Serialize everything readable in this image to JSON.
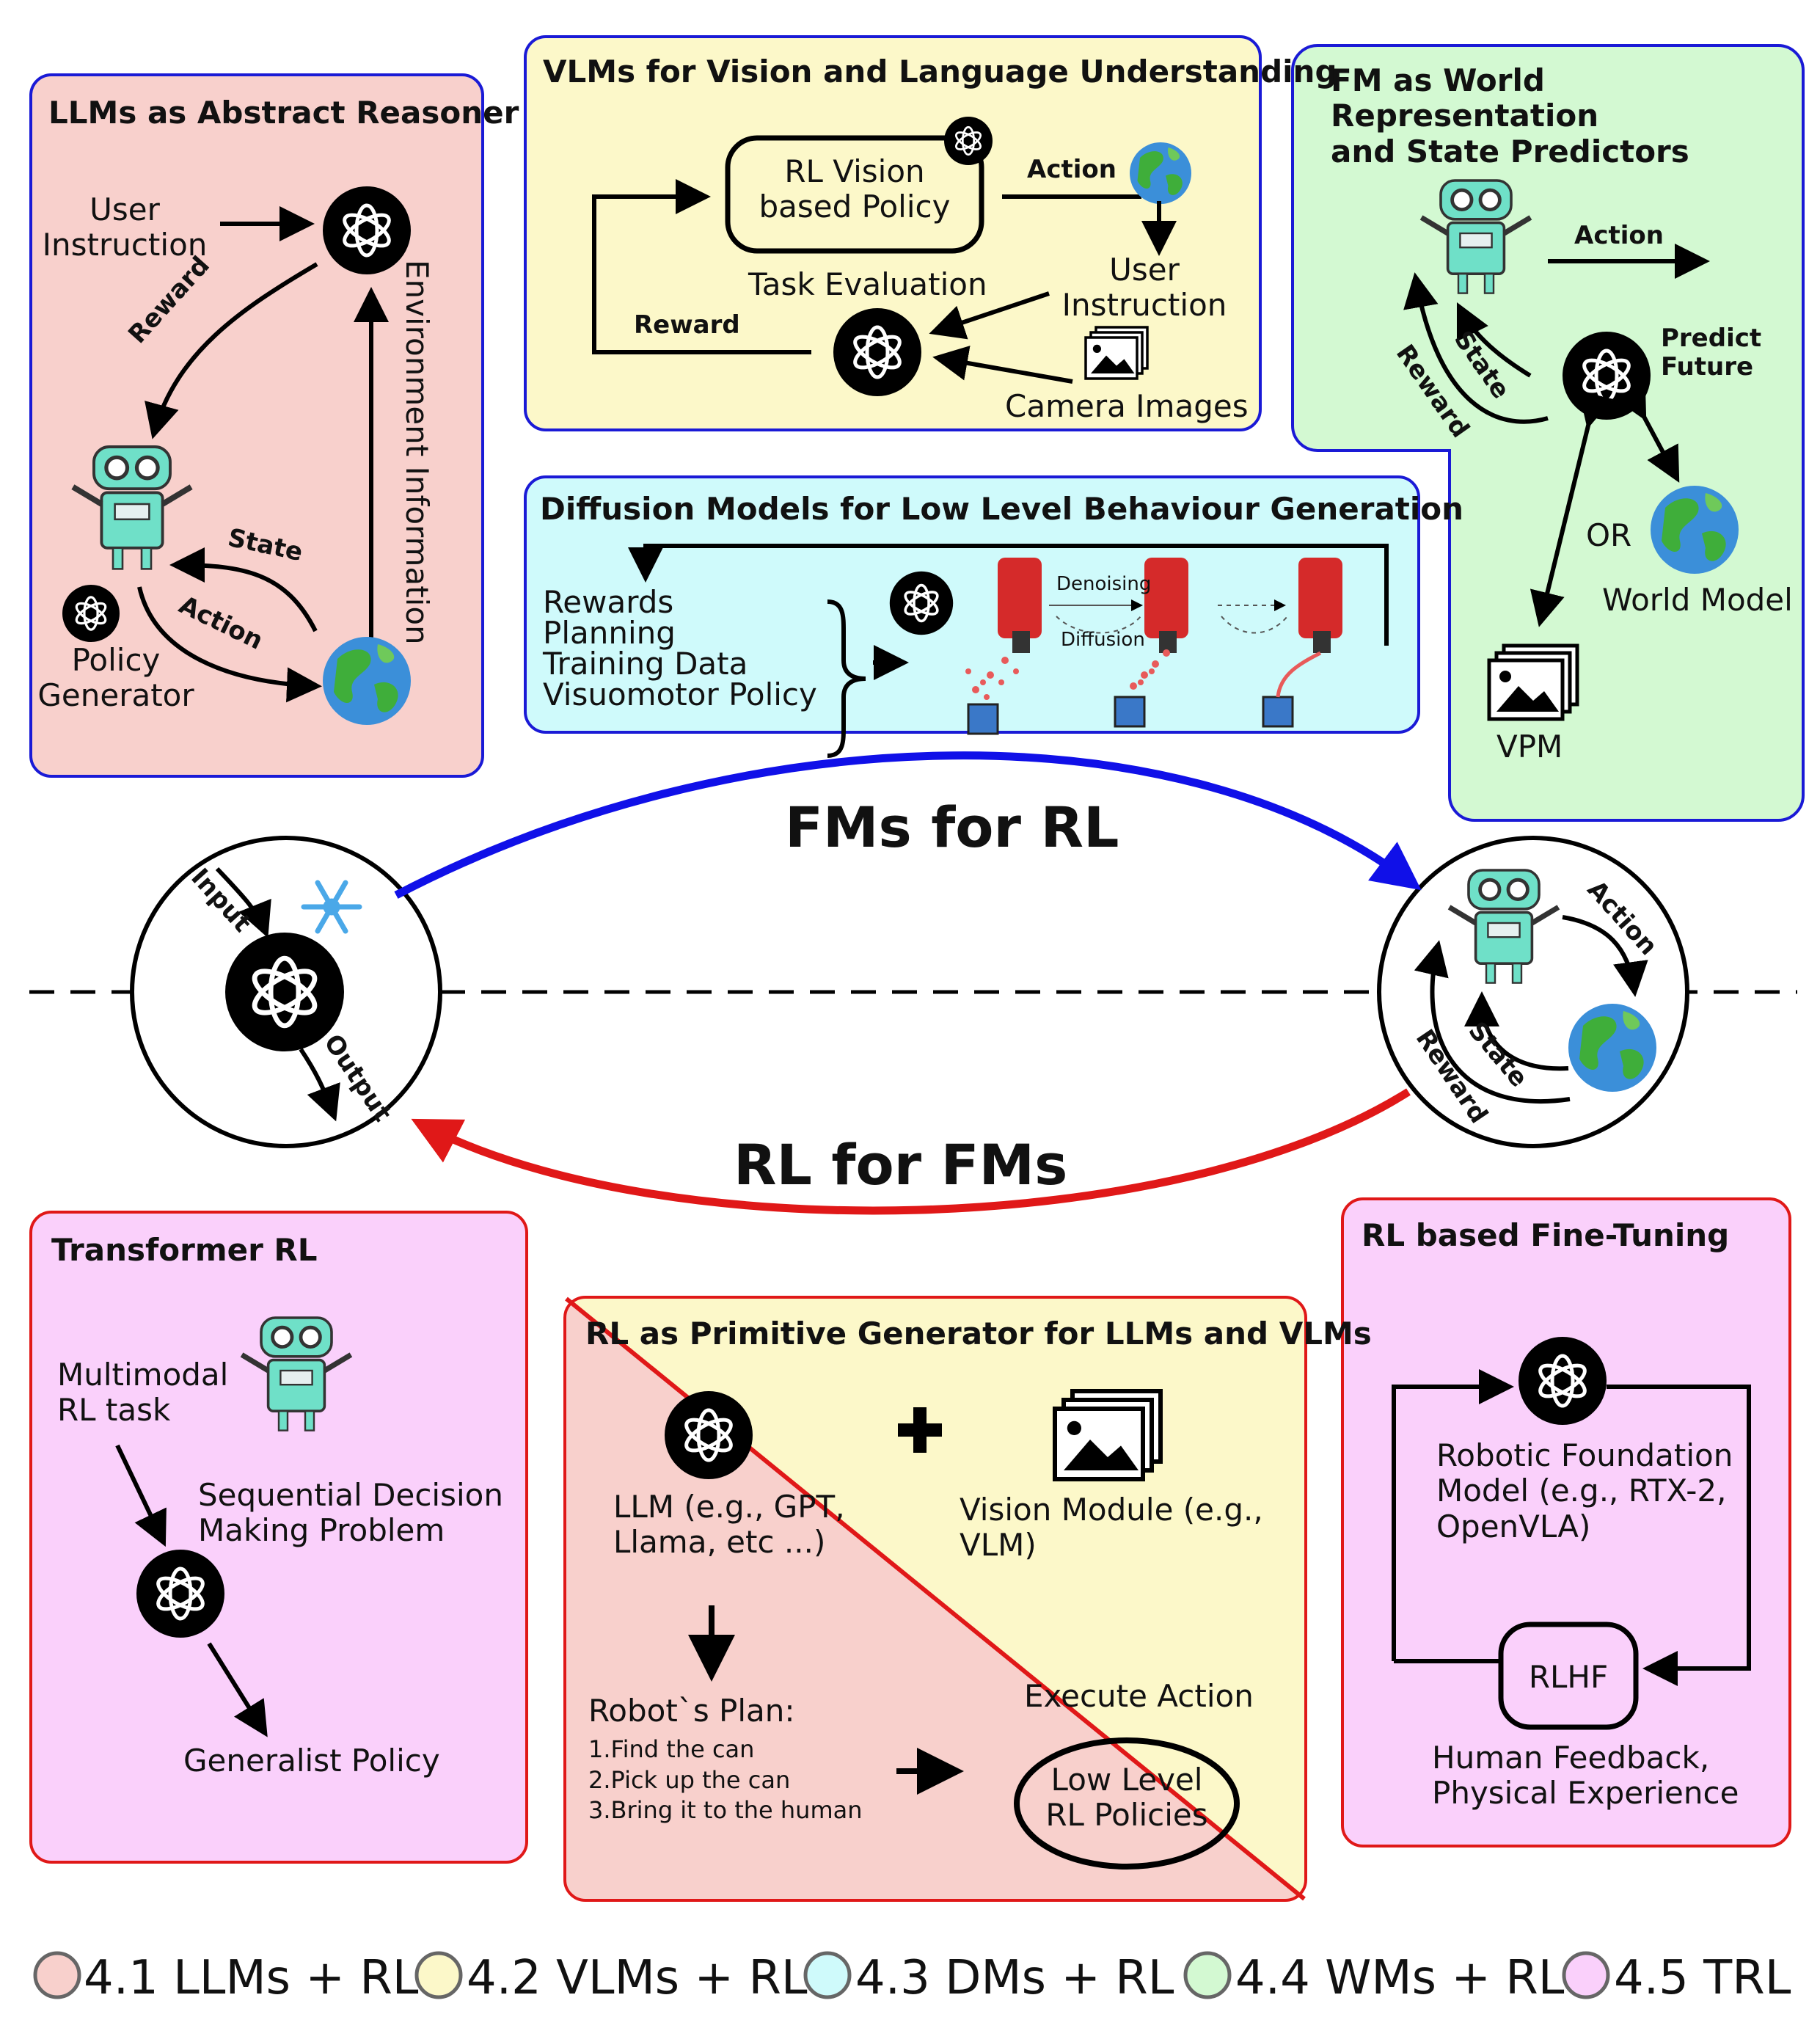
{
  "colors": {
    "llm": "#f8d0cc",
    "vlm": "#fcf8c9",
    "dm": "#cffafb",
    "wm": "#d3f9d2",
    "trl": "#fad0fb",
    "blue_arrow": "#1010e8",
    "red_arrow": "#e01818"
  },
  "llm_panel": {
    "title": "LLMs as Abstract Reasoner",
    "user_instruction": "User\nInstruction",
    "reward": "Reward",
    "env_info": "Environment Information",
    "state": "State",
    "action": "Action",
    "policy_generator": "Policy\nGenerator"
  },
  "vlm_panel": {
    "title": "VLMs for Vision and Language Understanding",
    "policy": "RL Vision\nbased Policy",
    "action": "Action",
    "task_eval": "Task Evaluation",
    "user_instruction": "User\nInstruction",
    "reward": "Reward",
    "camera_images": "Camera Images"
  },
  "dm_panel": {
    "title": "Diffusion Models for Low Level Behaviour Generation",
    "items": "Rewards\nPlanning\nTraining Data\nVisuomotor Policy",
    "denoising": "Denoising",
    "diffusion": "Diffusion"
  },
  "wm_panel": {
    "title": "FM as World Representation\nand State Predictors",
    "action": "Action",
    "predict_future": "Predict\nFuture",
    "state": "State",
    "reward": "Reward",
    "or": "OR",
    "world_model": "World Model",
    "vpm": "VPM"
  },
  "center": {
    "fms_for_rl": "FMs for RL",
    "rl_for_fms": "RL for FMs",
    "input": "Input",
    "output": "Output",
    "action": "Action",
    "state": "State",
    "reward": "Reward"
  },
  "trl_panel": {
    "title": "Transformer RL",
    "task": "Multimodal\nRL task",
    "seq": "Sequential Decision\nMaking Problem",
    "policy": "Generalist Policy"
  },
  "prim_panel": {
    "title": "RL as Primitive Generator for LLMs and VLMs",
    "llm": "LLM (e.g., GPT,\nLlama, etc ...)",
    "vision": "Vision Module (e.g.,\nVLM)",
    "plan_title": "Robot`s Plan:",
    "plan_steps": "1.Find the can\n2.Pick up the can\n3.Bring it to the human",
    "execute": "Execute Action",
    "low_level": "Low Level\nRL Policies"
  },
  "ft_panel": {
    "title": "RL based Fine-Tuning",
    "model": "Robotic Foundation\nModel (e.g., RTX-2,\nOpenVLA)",
    "rlhf": "RLHF",
    "feedback": "Human Feedback,\nPhysical Experience"
  },
  "legend": [
    {
      "label": "4.1 LLMs + RL",
      "color": "#f8d0cc"
    },
    {
      "label": "4.2 VLMs + RL",
      "color": "#fcf8c9"
    },
    {
      "label": "4.3 DMs + RL",
      "color": "#cffafb"
    },
    {
      "label": "4.4 WMs + RL",
      "color": "#d3f9d2"
    },
    {
      "label": "4.5 TRL",
      "color": "#fad0fb"
    }
  ]
}
